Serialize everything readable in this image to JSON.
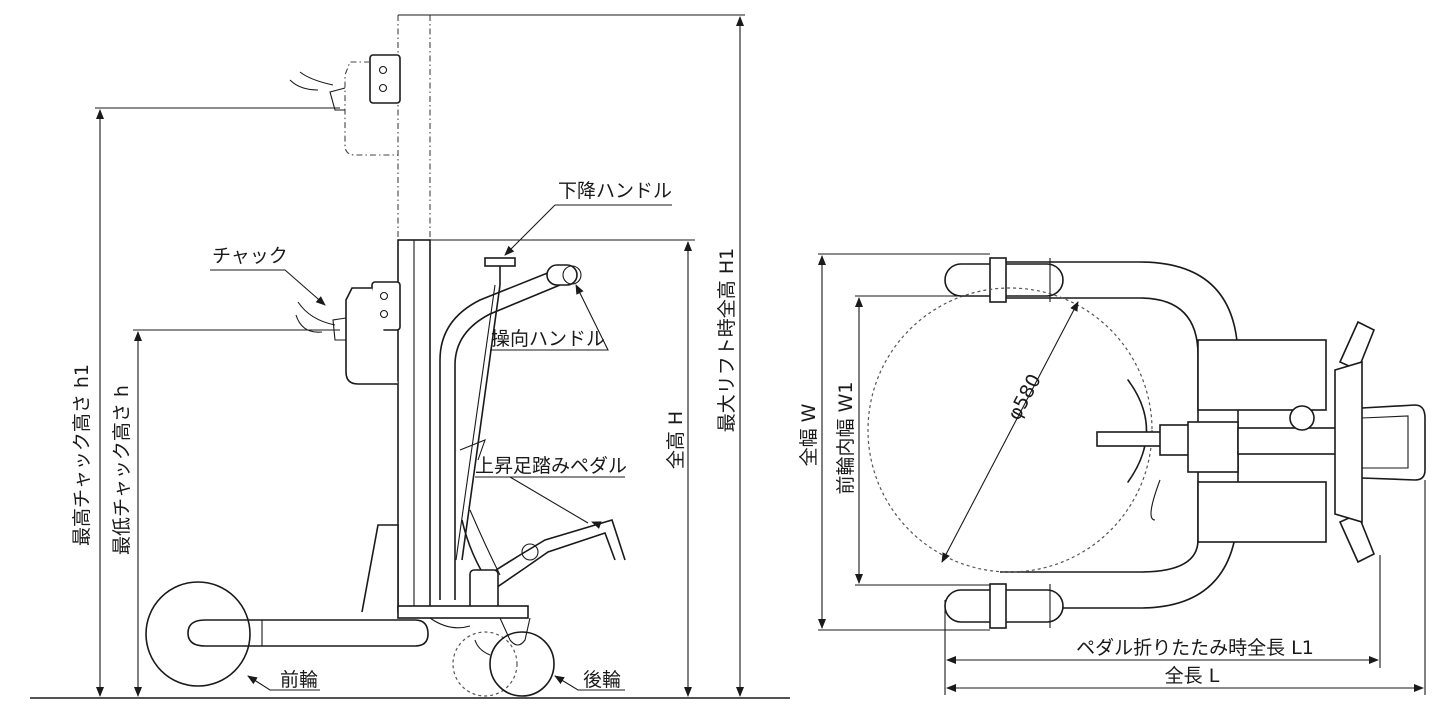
{
  "labels": {
    "chuck": "チャック",
    "lowering_handle": "下降ハンドル",
    "steering_handle": "操向ハンドル",
    "lift_pedal": "上昇足踏みペダル",
    "front_wheel": "前輪",
    "rear_wheel": "後輪",
    "max_chuck_height": "最高チャック高さ h1",
    "min_chuck_height": "最低チャック高さ h",
    "overall_height": "全高 H",
    "max_lift_height": "最大リフト時全高 H1",
    "overall_width": "全幅 W",
    "front_wheel_inner_width": "前輪内幅 W1",
    "drum_diameter": "φ580",
    "folded_length": "ペダル折りたたみ時全長 L1",
    "overall_length": "全長 L"
  },
  "colors": {
    "line": "#1a1a1a",
    "background": "#ffffff"
  }
}
